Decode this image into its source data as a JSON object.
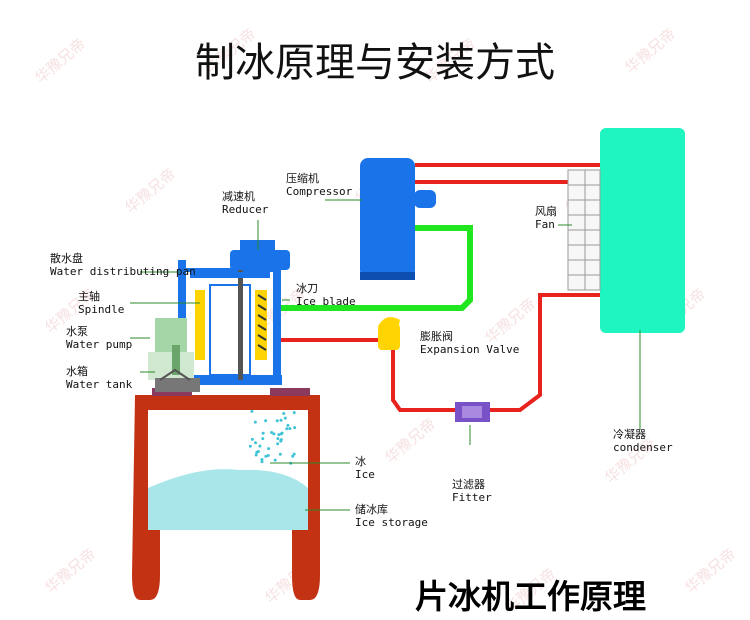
{
  "title": "制冰原理与安装方式",
  "footer": "片冰机工作原理",
  "watermark": "华豫兄帝",
  "labels": {
    "compressor": {
      "zh": "压缩机",
      "en": "Compressor"
    },
    "reducer": {
      "zh": "减速机",
      "en": "Reducer"
    },
    "fan": {
      "zh": "风扇",
      "en": "Fan"
    },
    "water_pan": {
      "zh": "散水盘",
      "en": "Water distributing pan"
    },
    "spindle": {
      "zh": "主轴",
      "en": "Spindle"
    },
    "ice_blade": {
      "zh": "冰刀",
      "en": "Ice blade"
    },
    "water_pump": {
      "zh": "水泵",
      "en": "Water pump"
    },
    "expansion_valve": {
      "zh": "膨胀阀",
      "en": "Expansion Valve"
    },
    "water_tank": {
      "zh": "水箱",
      "en": "Water tank"
    },
    "condenser": {
      "zh": "冷凝器",
      "en": "condenser"
    },
    "ice": {
      "zh": "冰",
      "en": "Ice"
    },
    "filter": {
      "zh": "过滤器",
      "en": "Fitter"
    },
    "ice_storage": {
      "zh": "储冰库",
      "en": "Ice storage"
    }
  },
  "colors": {
    "red_pipe": "#e8231e",
    "green_pipe": "#1fe61f",
    "storage": "#c33213",
    "condenser": "#1ef5c0",
    "compressor": "#1a73e8",
    "valve": "#ffd400",
    "filter": "#7a52c7",
    "ice": "#a9e6ea"
  }
}
